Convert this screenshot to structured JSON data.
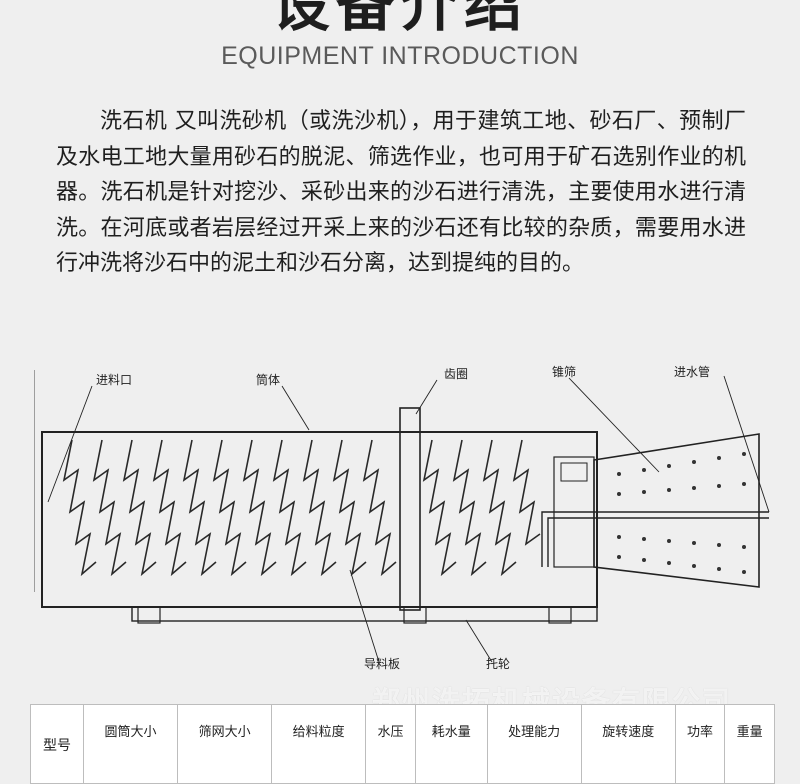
{
  "header": {
    "title": "设备介绍",
    "subtitle": "EQUIPMENT INTRODUCTION"
  },
  "intro": {
    "paragraph": "洗石机 又叫洗砂机（或洗沙机），用于建筑工地、砂石厂、预制厂及水电工地大量用砂石的脱泥、筛选作业，也可用于矿石选别作业的机器。洗石机是针对挖沙、采砂出来的沙石进行清洗，主要使用水进行清洗。在河底或者岩层经过开采上来的沙石还有比较的杂质，需要用水进行冲洗将沙石中的泥土和沙石分离，达到提纯的目的。"
  },
  "diagram": {
    "labels": {
      "feed_inlet": "进料口",
      "drum": "筒体",
      "gear_ring": "齿圈",
      "cone_screen": "锥筛",
      "water_pipe": "进水管",
      "guide_plate": "导料板",
      "support_roller": "托轮"
    }
  },
  "watermark": "郑州洗拓机械设备有限公司",
  "spec_table": {
    "headers": [
      "型号",
      "圆筒大小",
      "筛网大小",
      "给料粒度",
      "水压",
      "耗水量",
      "处理能力",
      "旋转速度",
      "功率",
      "重量"
    ]
  }
}
